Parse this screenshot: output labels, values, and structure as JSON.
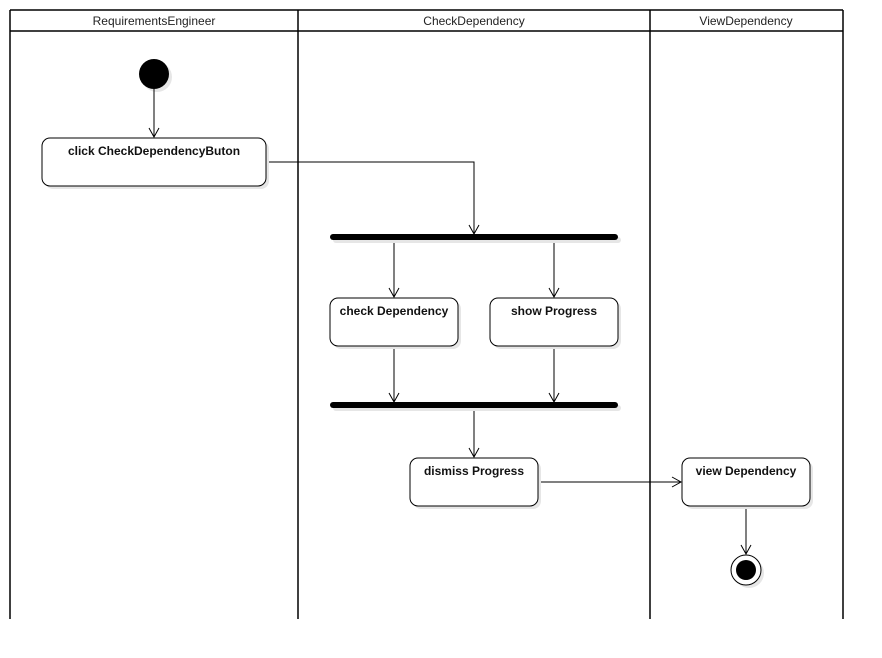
{
  "diagram": {
    "type": "UML activity diagram",
    "swimlanes": [
      {
        "id": "lane-requirements-engineer",
        "title": "RequirementsEngineer"
      },
      {
        "id": "lane-check-dependency",
        "title": "CheckDependency"
      },
      {
        "id": "lane-view-dependency",
        "title": "ViewDependency"
      }
    ],
    "actions": [
      {
        "id": "click-check-dependency-button",
        "label": "click CheckDependencyButon"
      },
      {
        "id": "check-dependency",
        "label": "check Dependency"
      },
      {
        "id": "show-progress",
        "label": "show Progress"
      },
      {
        "id": "dismiss-progress",
        "label": "dismiss Progress"
      },
      {
        "id": "view-dependency",
        "label": "view Dependency"
      }
    ],
    "colors": {
      "line": "#000000",
      "node_fill": "#ffffff",
      "shadow": "#e6e6e6",
      "bar": "#000000"
    }
  }
}
